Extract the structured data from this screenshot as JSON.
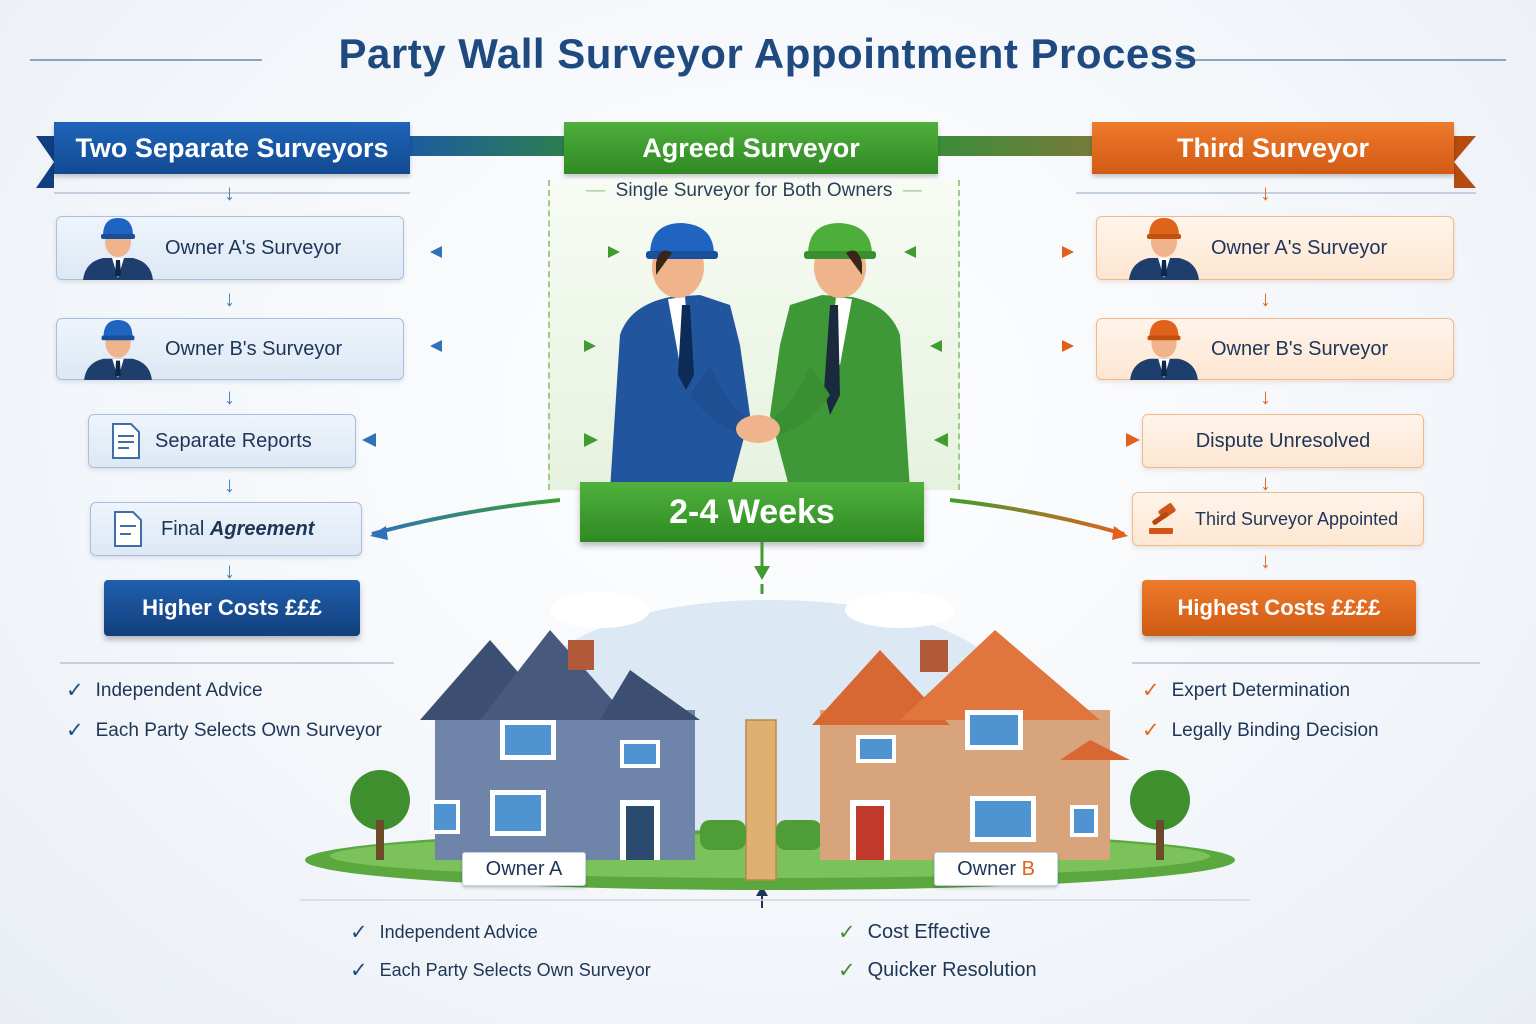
{
  "title": "Party Wall Surveyor Appointment Process",
  "left": {
    "banner": "Two Separate Surveyors",
    "owner_a": "Owner A's Surveyor",
    "owner_b": "Owner B's Surveyor",
    "reports": "Separate Reports",
    "agreement_prefix": "Final ",
    "agreement_emph": "Agreement",
    "cost": "Higher Costs £££",
    "checks": [
      "Independent Advice",
      "Each Party Selects Own Surveyor"
    ]
  },
  "center": {
    "banner": "Agreed Surveyor",
    "subtitle": "Single Surveyor for Both Owners",
    "duration": "2-4 Weeks"
  },
  "right": {
    "banner": "Third Surveyor",
    "owner_a": "Owner A's Surveyor",
    "owner_b": "Owner B's Surveyor",
    "dispute": "Dispute Unresolved",
    "appointed": "Third Surveyor Appointed",
    "cost": "Highest Costs ££££",
    "checks": [
      "Expert Determination",
      "Legally Binding Decision"
    ]
  },
  "houses": {
    "owner_a": "Owner A",
    "owner_b_prefix": "Owner ",
    "owner_b_letter": "B"
  },
  "bottom": {
    "left_checks": [
      "Independent Advice",
      "Each Party Selects Own Surveyor"
    ],
    "right_checks": [
      "Cost Effective",
      "Quicker Resolution"
    ]
  },
  "colors": {
    "blue": "#1f5fae",
    "green": "#3f9d30",
    "orange": "#e06a1e",
    "navy": "#1d3557"
  },
  "icons": [
    "worker-avatar-icon",
    "document-icon",
    "gavel-icon",
    "checkmark-icon",
    "arrow-icon"
  ]
}
